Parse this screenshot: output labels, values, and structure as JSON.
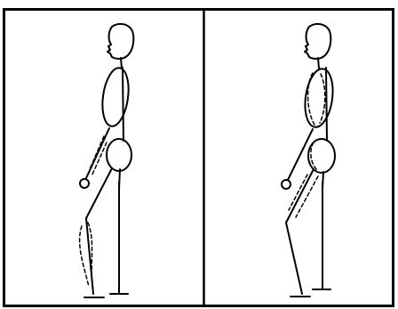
{
  "figure": {
    "panels": [
      {
        "figure": "standing-figure",
        "highlighted_segments": [
          "arm",
          "lower-leg"
        ]
      },
      {
        "figure": "standing-figure",
        "highlighted_segments": [
          "torso",
          "pelvis",
          "thigh"
        ]
      }
    ],
    "colors": {
      "ink": "#000000",
      "background": "#ffffff"
    }
  }
}
